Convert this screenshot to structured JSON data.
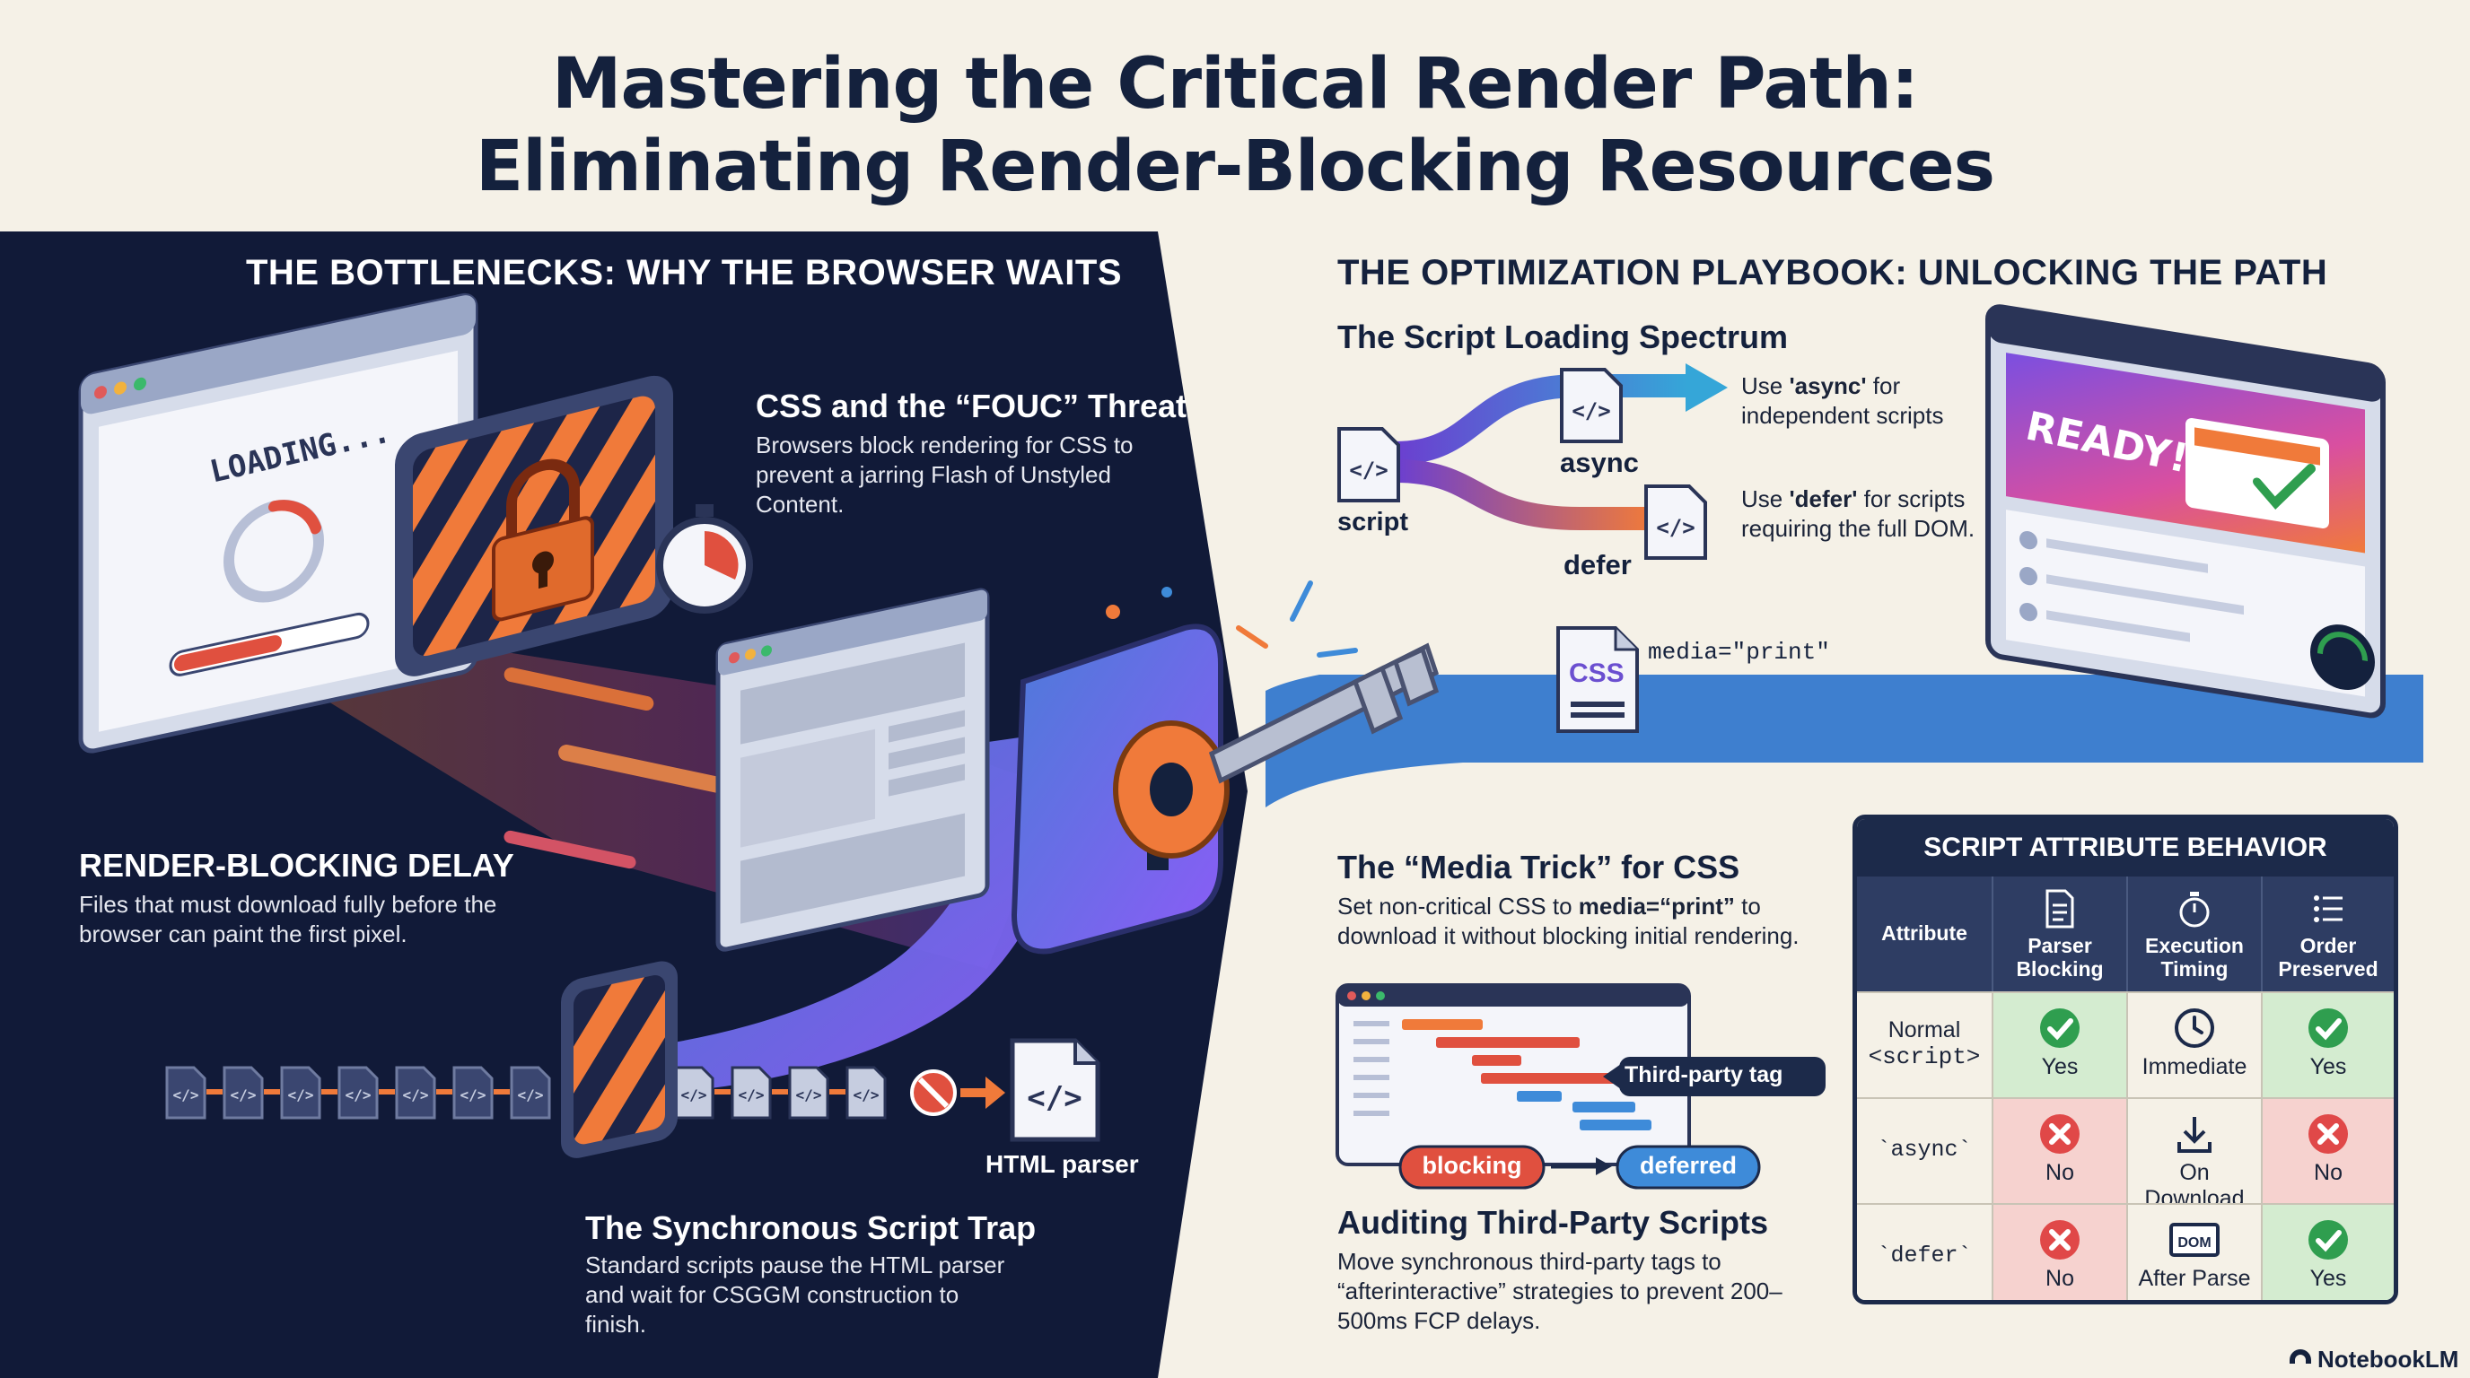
{
  "title": {
    "line1": "Mastering the Critical Render Path:",
    "line2": "Eliminating Render-Blocking Resources"
  },
  "left": {
    "heading": "THE BOTTLENECKS: WHY THE BROWSER WAITS",
    "loading_text": "LOADING...",
    "css_fouc": {
      "title": "CSS and the “FOUC” Threat",
      "body": "Browsers block rendering for CSS to prevent a jarring Flash of Unstyled Content."
    },
    "render_blocking": {
      "title": "RENDER-BLOCKING DELAY",
      "body": "Files that must download fully before the browser can paint the first pixel."
    },
    "sync_script": {
      "title": "The Synchronous Script Trap",
      "body": "Standard scripts pause the HTML parser and wait for CSGGM construction to finish."
    },
    "html_parser_label": "HTML parser"
  },
  "right": {
    "heading": "THE OPTIMIZATION PLAYBOOK: UNLOCKING THE PATH",
    "script_spectrum": {
      "title": "The Script Loading Spectrum",
      "script_label": "script",
      "async_label": "async",
      "defer_label": "defer",
      "async_note_pre": "Use ",
      "async_note_kw": "'async'",
      "async_note_post": " for independent scripts",
      "defer_note_pre": "Use ",
      "defer_note_kw": "'defer'",
      "defer_note_post": " for scripts requiring the full DOM."
    },
    "css_file_label": "CSS",
    "media_print_code": "media=\"print\"",
    "ready_text": "READY!",
    "media_trick": {
      "title": "The “Media Trick” for CSS",
      "body_pre": "Set non-critical CSS to ",
      "body_kw": "media=“print”",
      "body_post": " to download it without blocking initial rendering."
    },
    "audit": {
      "third_party_tag": "Third-party tag",
      "blocking": "blocking",
      "deferred": "deferred",
      "title": "Auditing Third-Party Scripts",
      "body": "Move synchronous third-party tags to “afterinteractive” strategies to prevent 200–500ms FCP delays."
    }
  },
  "table": {
    "title": "SCRIPT ATTRIBUTE BEHAVIOR",
    "columns": [
      "Attribute",
      "Parser Blocking",
      "Execution Timing",
      "Order Preserved"
    ],
    "column_icons": [
      "",
      "document-lines-icon",
      "stopwatch-icon",
      "list-icon"
    ],
    "rows": [
      {
        "attr": "Normal <script>",
        "parser": "Yes",
        "parser_icon": "check-icon",
        "timing": "Immediate",
        "timing_icon": "clock-icon",
        "order": "Yes",
        "order_icon": "check-icon"
      },
      {
        "attr": "`async`",
        "parser": "No",
        "parser_icon": "x-icon",
        "timing": "On Download",
        "timing_icon": "download-icon",
        "order": "No",
        "order_icon": "x-icon"
      },
      {
        "attr": "`defer`",
        "parser": "No",
        "parser_icon": "x-icon",
        "timing": "After Parse",
        "timing_icon": "dom-icon",
        "dom_label": "DOM",
        "order": "Yes",
        "order_icon": "check-icon"
      }
    ]
  },
  "colors": {
    "navy": "#14213d",
    "dark_bg": "#111a38",
    "orange": "#f07a3a",
    "blue": "#3e7fcf",
    "purple": "#8b5cf6",
    "green_ok": "#2f9e4f",
    "red_no": "#e04848"
  },
  "footer": {
    "brand": "NotebookLM"
  }
}
